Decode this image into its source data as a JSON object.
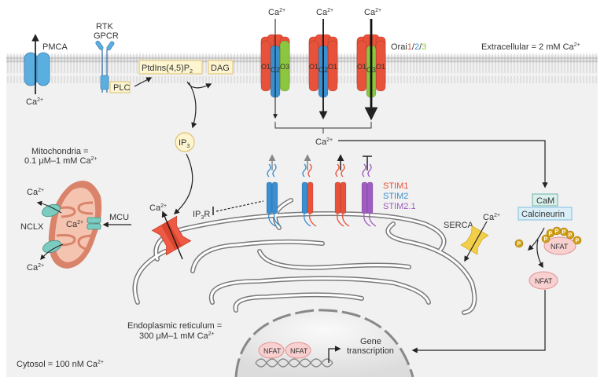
{
  "colors": {
    "extracellular_bg": "#ffffff",
    "cytosol_bg": "#f1f1f1",
    "membrane_head": "#c8c8c8",
    "orai1": "#e8523a",
    "orai2": "#3a8fd0",
    "orai3": "#8cc63f",
    "stim1": "#e8523a",
    "stim2": "#3a8fd0",
    "stim21": "#a05cc0",
    "mito_outer": "#d9836a",
    "mito_inner": "#f4c4b0",
    "transporter_teal": "#7ccbc0",
    "pmca_blue": "#5aaee0",
    "ip3r_red": "#ee5a43",
    "serca_yellow": "#f2cf4a",
    "label_box_fill": "#fdf5d0",
    "label_box_stroke": "#e0c070",
    "cam_fill": "#d9f0ec",
    "calcineurin_fill": "#daeef8",
    "nfat_fill": "#f8d0d0",
    "phospho": "#d4a017"
  },
  "labels": {
    "extracellular": "Extracellular = 2 mM Ca",
    "extracellular_sup": "2+",
    "pmca": "PMCA",
    "pmca_ca": "Ca",
    "rtk": "RTK",
    "gpcr": "GPCR",
    "plc": "PLC",
    "ptdins": "PtdIns(4,5)P",
    "ptdins_sub": "2",
    "dag": "DAG",
    "ip3": "IP",
    "ip3_sub": "3",
    "orai_prefix": "Orai",
    "orai_1": "1",
    "orai_slash1": "/",
    "orai_2": "2",
    "orai_slash2": "/",
    "orai_3": "3",
    "ca": "Ca",
    "ca_sup": "2+",
    "mito_title_1": "Mitochondria =",
    "mito_title_2": "0.1 μM–1 mM Ca",
    "nclx": "NCLX",
    "mcu": "MCU",
    "ip3r": "IP",
    "ip3r_sub": "3",
    "ip3r_r": "R",
    "stim1": "STIM1",
    "stim2": "STIM2",
    "stim21": "STIM2.1",
    "serca": "SERCA",
    "cam": "CaM",
    "calcineurin": "Calcineurin",
    "p": "P",
    "nfat": "NFAT",
    "gene_1": "Gene",
    "gene_2": "transcription",
    "er_1": "Endoplasmic reticulum =",
    "er_2": "300 μM–1 mM Ca",
    "cytosol": "Cytosol = 100 nM Ca"
  },
  "orai_channels": [
    {
      "subunits": [
        "O1",
        "O2",
        "O3"
      ],
      "flux": "low"
    },
    {
      "subunits": [
        "O1",
        "O2",
        "O1"
      ],
      "flux": "medium"
    },
    {
      "subunits": [
        "O1",
        "O3",
        "O1"
      ],
      "flux": "high"
    }
  ],
  "stim_dimers": [
    {
      "composition": "STIM2/STIM2",
      "effect": "weak activation"
    },
    {
      "composition": "STIM2/STIM1",
      "effect": "weak activation"
    },
    {
      "composition": "STIM1/STIM1",
      "effect": "strong activation"
    },
    {
      "composition": "STIM2.1/STIM2.1",
      "effect": "inhibition"
    }
  ]
}
